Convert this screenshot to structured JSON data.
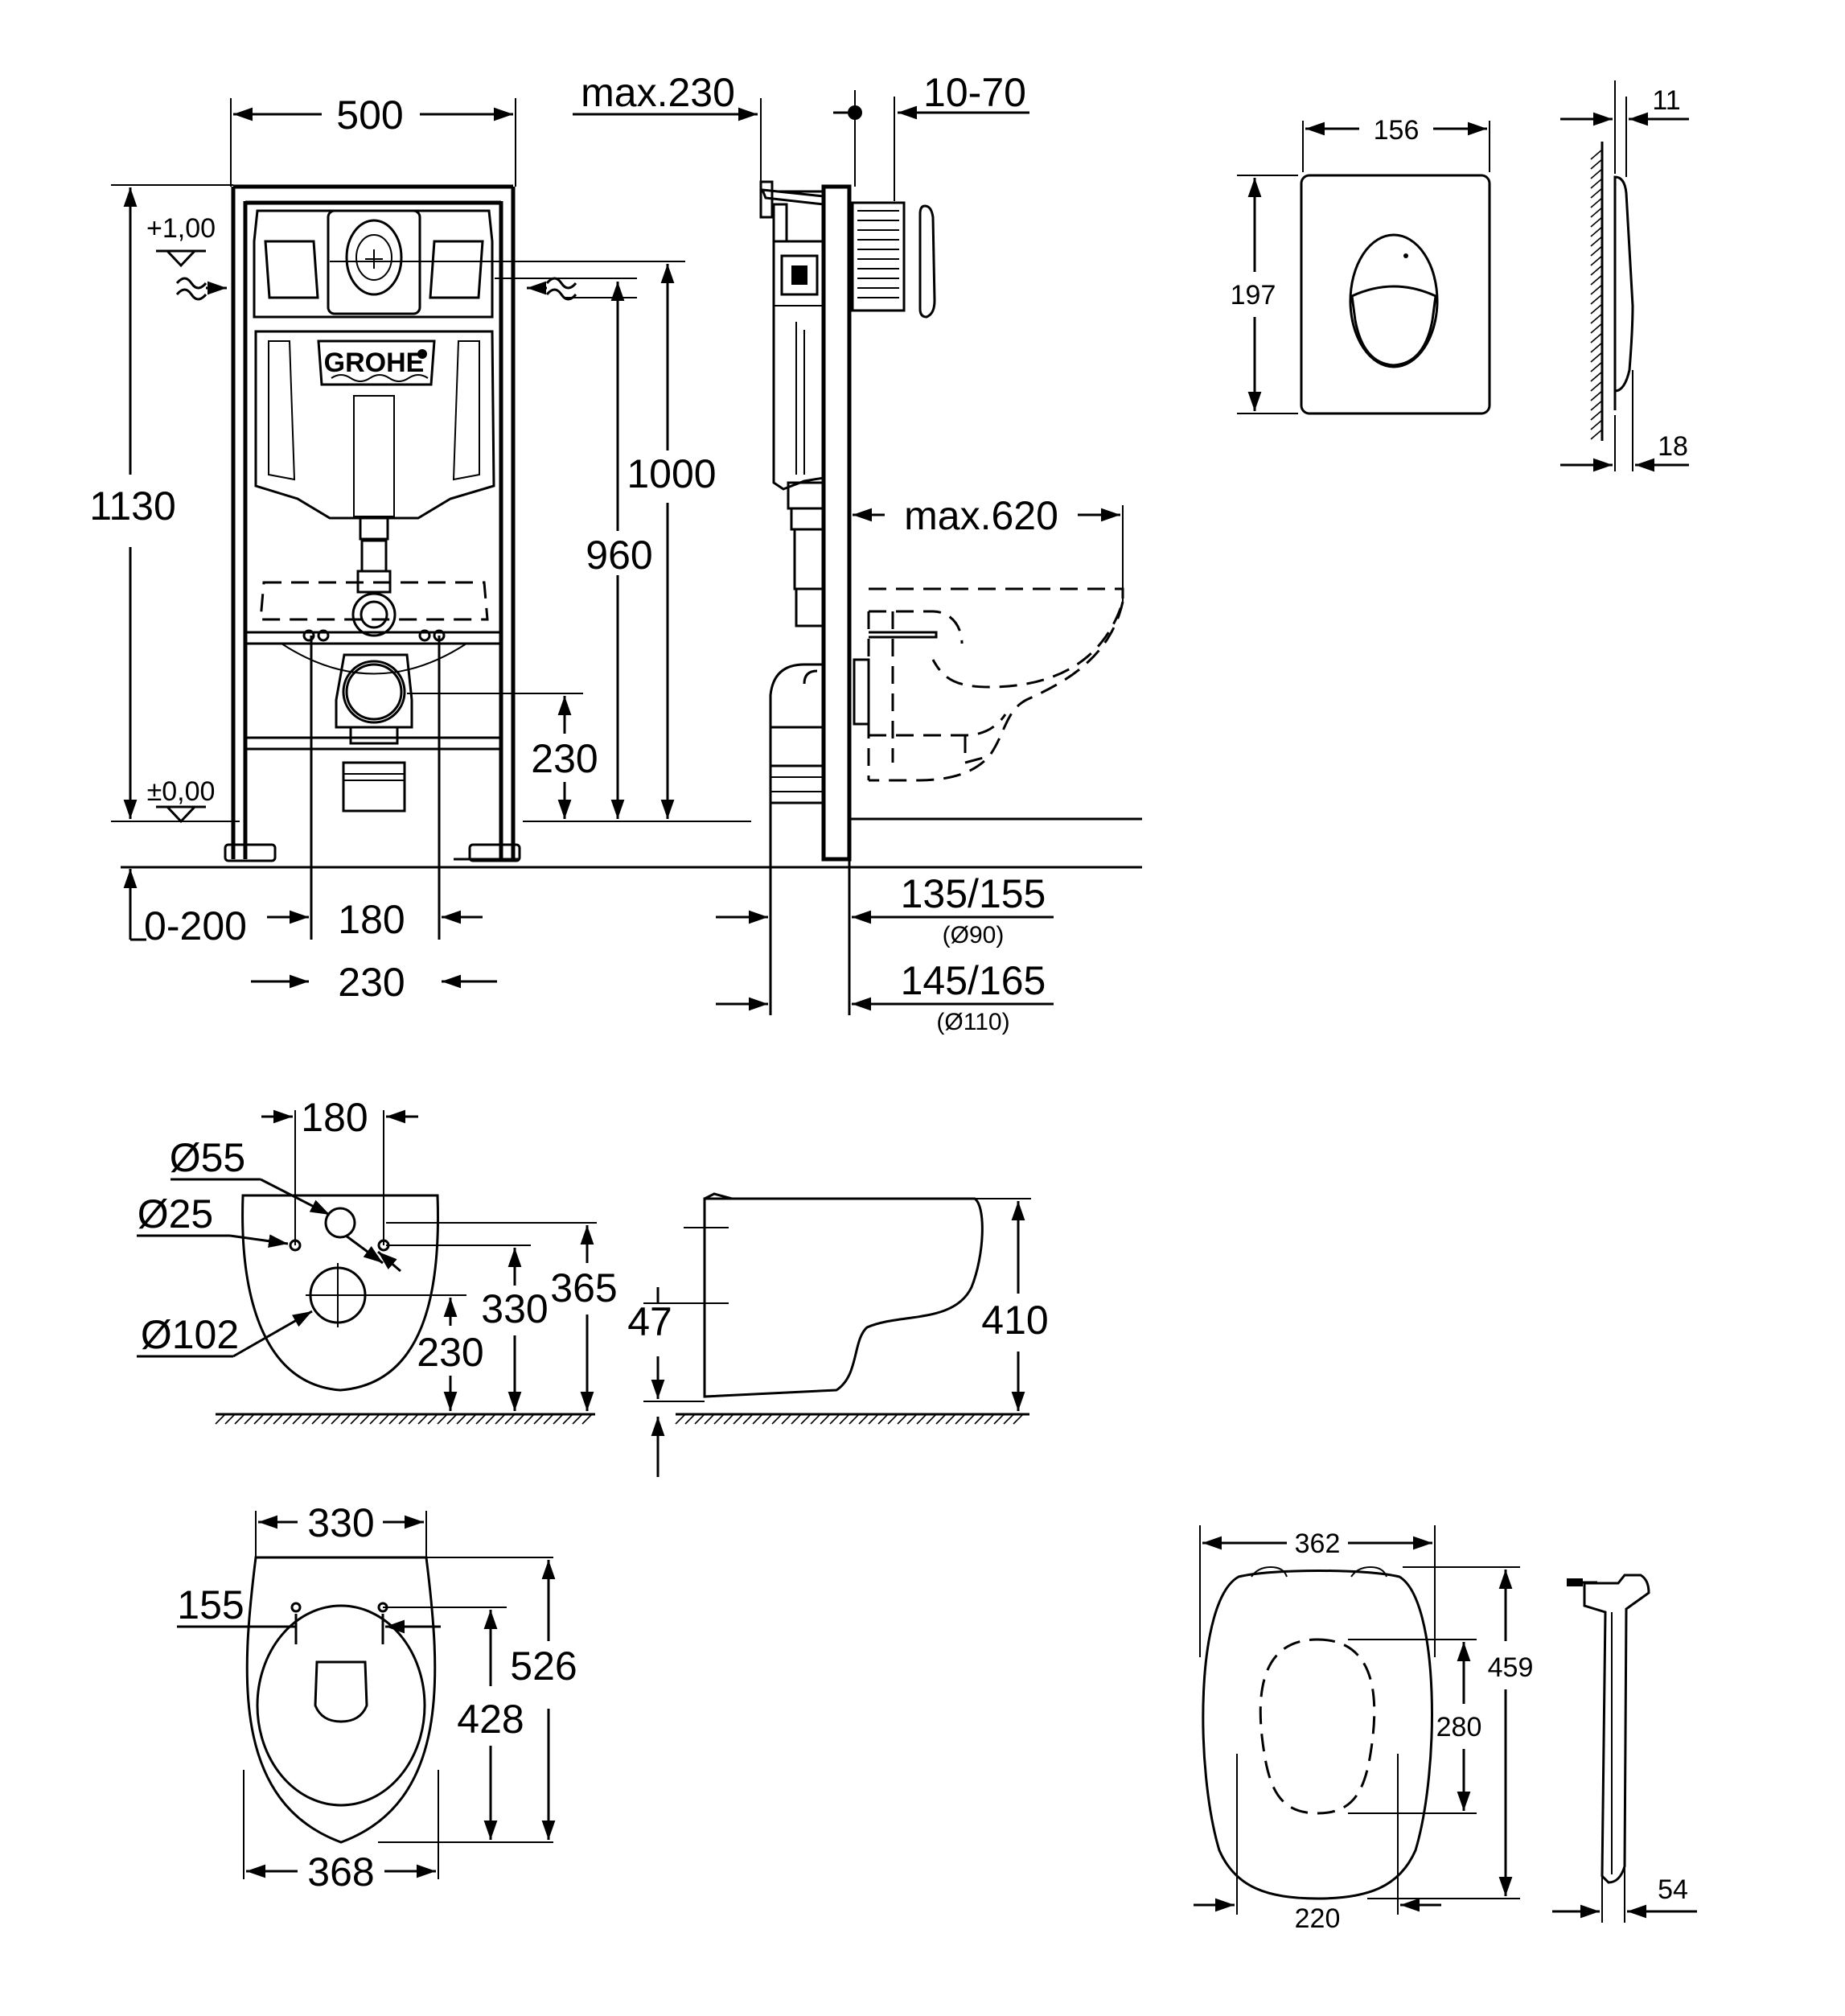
{
  "frame_front": {
    "width": "500",
    "height": "1130",
    "level_top": "+1,00",
    "level_zero": "±0,00",
    "h_1000": "1000",
    "h_960": "960",
    "h_230": "230",
    "offset_0_200": "0-200",
    "w_180": "180",
    "w_230": "230",
    "brand": "GROHE"
  },
  "frame_side": {
    "max_230": "max.230",
    "range_10_70": "10-70",
    "max_620": "max.620",
    "d_135_155": "135/155",
    "d_90": "(Ø90)",
    "d_145_165": "145/165",
    "d_110": "(Ø110)"
  },
  "flush_plate": {
    "width": "156",
    "height": "197",
    "thickness_11": "11",
    "thickness_18": "18"
  },
  "bowl_front": {
    "w_180": "180",
    "d_55": "Ø55",
    "d_25": "Ø25",
    "d_102": "Ø102",
    "h_230": "230",
    "h_330": "330",
    "h_365": "365"
  },
  "bowl_side": {
    "h_47": "47",
    "h_410": "410"
  },
  "bowl_top": {
    "w_330": "330",
    "w_155": "155",
    "len_526": "526",
    "len_428": "428",
    "w_368": "368"
  },
  "seat": {
    "width": "362",
    "length": "459",
    "inner_length": "280",
    "inner_width": "220",
    "thickness": "54"
  }
}
